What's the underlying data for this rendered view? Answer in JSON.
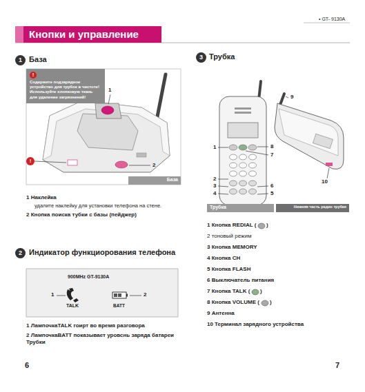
{
  "diagram": {
    "title": "Кнопки и управление",
    "nodes": [
      {
        "text": [
          "Кнопки и управление"
        ]
      },
      {
        "text": [
          "1"
        ]
      },
      {
        "text": [
          "3"
        ]
      },
      {
        "text": [
          "2"
        ]
      },
      {
        "text": [
          "!",
          "Содержите подзарядное устройство для трубок в чистоте! Используйте хлопковую ткань для удаление загрязнений!"
        ]
      },
      {
        "text": [
          "!"
        ]
      },
      {
        "text": [
          "База"
        ]
      },
      {
        "text": [
          "Трубка"
        ]
      },
      {
        "text": [
          "Нижняя часть радио трубки"
        ]
      }
    ],
    "labels": [
      "• GT- 9130A",
      "База",
      "Трубка",
      "Индикатор функциорования телефона",
      "1",
      "2",
      "1 Наклейка",
      "удалите наклейку для установки телефона на стене.",
      "2 Кнопка поиска тубки с базы (пейджер)",
      "900MHz GT-9130A",
      "TALK",
      "BATT",
      "1",
      "2",
      "1 ЛампочкаTALK гоирт во время разговора",
      "2 ЛампочкаBATT показывает уровснь заряда батареи Трубки",
      "9",
      "1",
      "8",
      "7",
      "2",
      "3",
      "4",
      "6",
      "5",
      "10",
      "1 Кнопка REDIAL (",
      ")",
      "2 тоновый режим",
      "3 Кнопка MEMORY",
      "4 Кнопка CH",
      "5 Кнопка FLASH",
      "6 Выключатель питания",
      "7 Кнопка TALK (",
      ")",
      "8 Кнопка VOLUME (",
      ")",
      "9 Антенна",
      "10 Терминал зарядного устройства",
      "6",
      "7"
    ]
  }
}
